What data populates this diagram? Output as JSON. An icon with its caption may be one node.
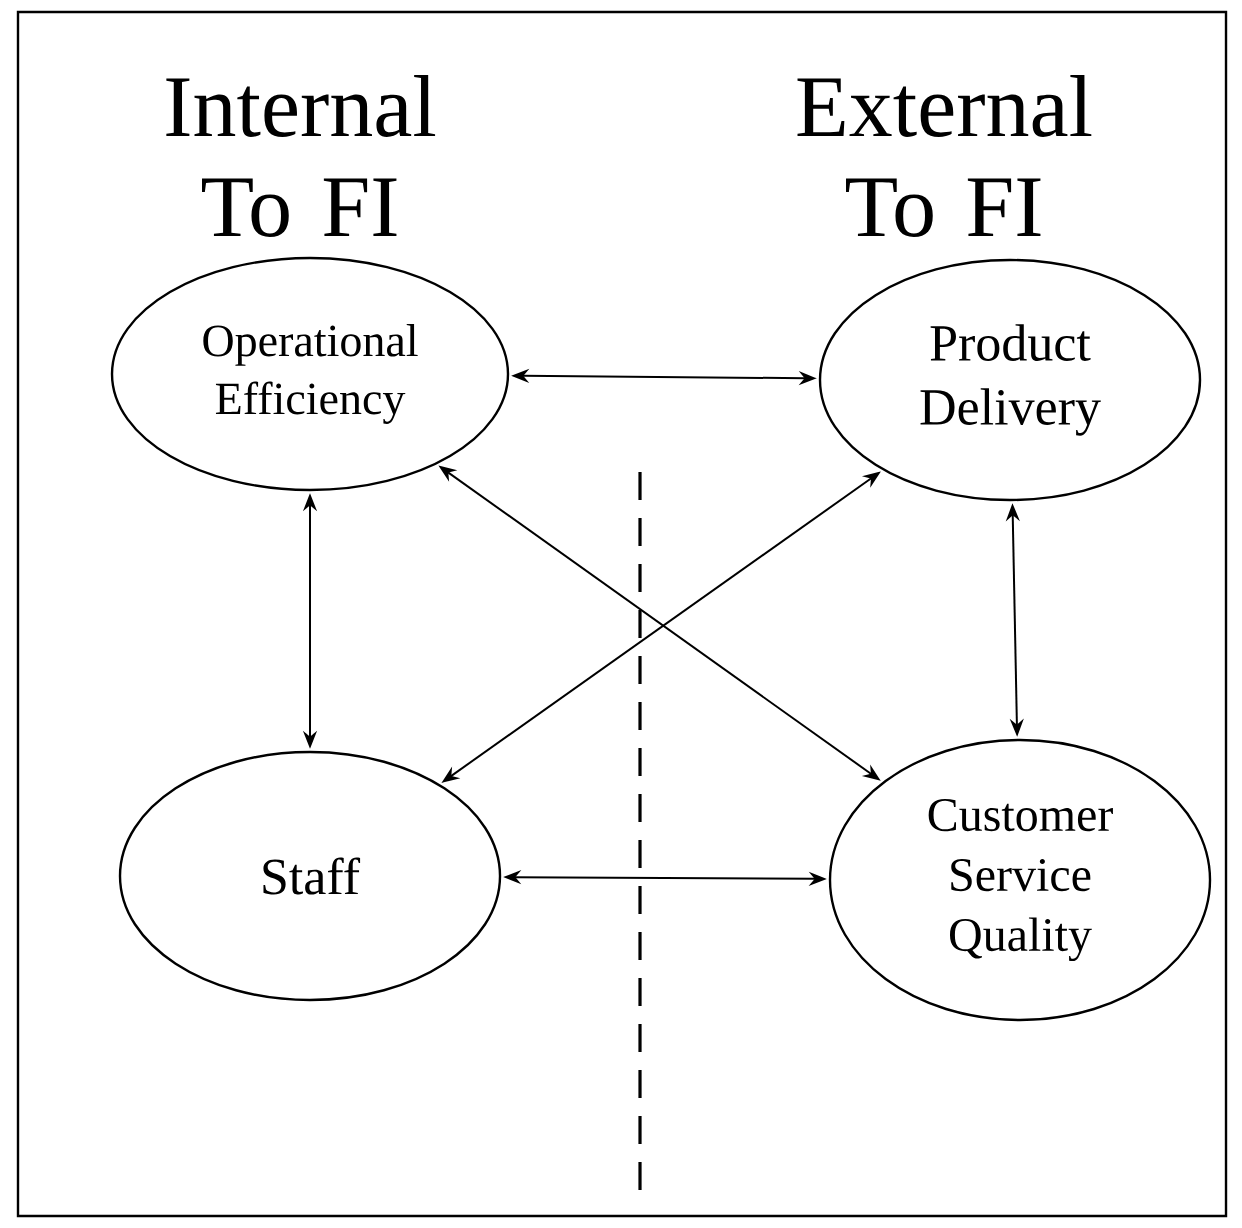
{
  "diagram": {
    "nodes": [
      {
        "text": [
          "Operational Efficiency"
        ]
      },
      {
        "text": [
          "Product Delivery"
        ]
      },
      {
        "text": [
          "Staff"
        ]
      },
      {
        "text": [
          "Customer Service Quality"
        ]
      }
    ],
    "edges": [
      {
        "from": 0,
        "to": 1,
        "arrow": "both"
      },
      {
        "from": 0,
        "to": 2,
        "arrow": "both"
      },
      {
        "from": 0,
        "to": 3,
        "arrow": "both"
      },
      {
        "from": 1,
        "to": 2,
        "arrow": "both"
      },
      {
        "from": 1,
        "to": 3,
        "arrow": "both"
      },
      {
        "from": 2,
        "to": 3,
        "arrow": "both"
      }
    ],
    "labels": [
      "Internal To FI",
      "External To FI"
    ]
  }
}
